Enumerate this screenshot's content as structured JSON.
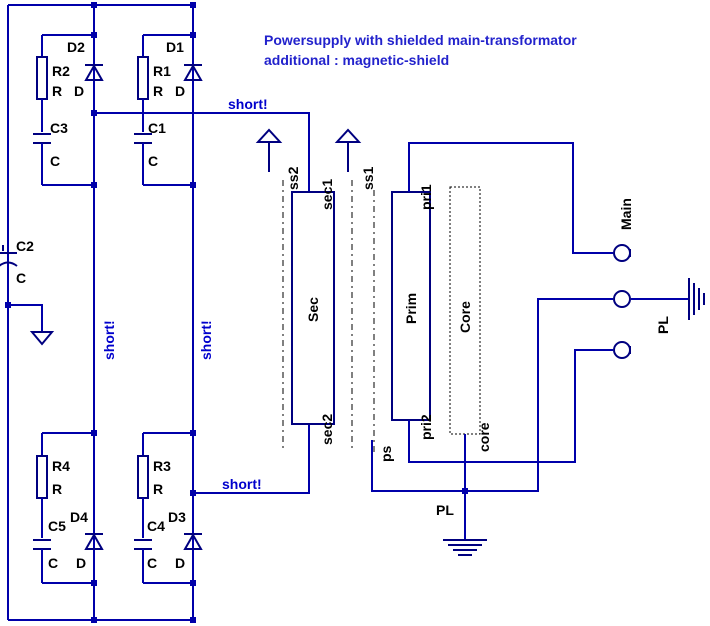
{
  "title": {
    "line1": "Powersupply with shielded main-transformator",
    "line2": "additional : magnetic-shield"
  },
  "components": {
    "d1": {
      "name": "D1",
      "value": "D"
    },
    "d2": {
      "name": "D2",
      "value": "D"
    },
    "d3": {
      "name": "D3",
      "value": "D"
    },
    "d4": {
      "name": "D4",
      "value": "D"
    },
    "r1": {
      "name": "R1",
      "value": "R"
    },
    "r2": {
      "name": "R2",
      "value": "R"
    },
    "r3": {
      "name": "R3",
      "value": "R"
    },
    "r4": {
      "name": "R4",
      "value": "R"
    },
    "c1": {
      "name": "C1",
      "value": "C"
    },
    "c2": {
      "name": "C2",
      "value": "C"
    },
    "c3": {
      "name": "C3",
      "value": "C"
    },
    "c4": {
      "name": "C4",
      "value": "C"
    },
    "c5": {
      "name": "C5",
      "value": "C"
    }
  },
  "transformer": {
    "sec": "Sec",
    "prim": "Prim",
    "core": "Core",
    "sec1": "sec1",
    "sec2": "sec2",
    "pri1": "pri1",
    "pri2": "pri2",
    "core_pin": "core",
    "ss1": "ss1",
    "ss2": "ss2",
    "ps": "ps"
  },
  "nets": {
    "short_top": "short!",
    "short_bottom": "short!",
    "short_left": "short!",
    "short_right": "short!",
    "main": "Main",
    "pl_right": "PL",
    "pl_bottom": "PL"
  }
}
